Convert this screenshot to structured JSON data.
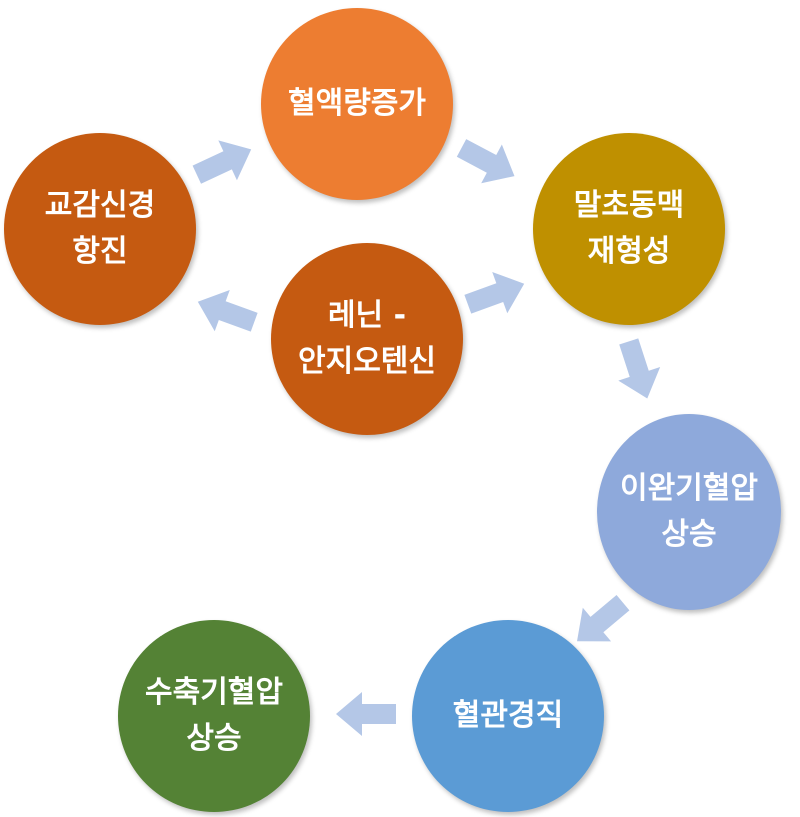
{
  "nodes": [
    {
      "id": "blood-volume",
      "lines": [
        "혈액량증가"
      ],
      "color": "#ED7D31"
    },
    {
      "id": "peripheral-remodeling",
      "lines": [
        "말초동맥",
        "재형성"
      ],
      "color": "#BF9000"
    },
    {
      "id": "diastolic-bp",
      "lines": [
        "이완기혈압",
        "상승"
      ],
      "color": "#8EA9DB"
    },
    {
      "id": "vasoconstriction",
      "lines": [
        "혈관경직"
      ],
      "color": "#5B9BD5"
    },
    {
      "id": "systolic-bp",
      "lines": [
        "수축기혈압",
        "상승"
      ],
      "color": "#548235"
    },
    {
      "id": "sympathetic",
      "lines": [
        "교감신경",
        "항진"
      ],
      "color": "#C55A11"
    },
    {
      "id": "renin",
      "lines": [
        "레닌 -",
        "안지오텐신"
      ],
      "color": "#C55A11"
    }
  ],
  "arrow_color": "#B4C7E7"
}
